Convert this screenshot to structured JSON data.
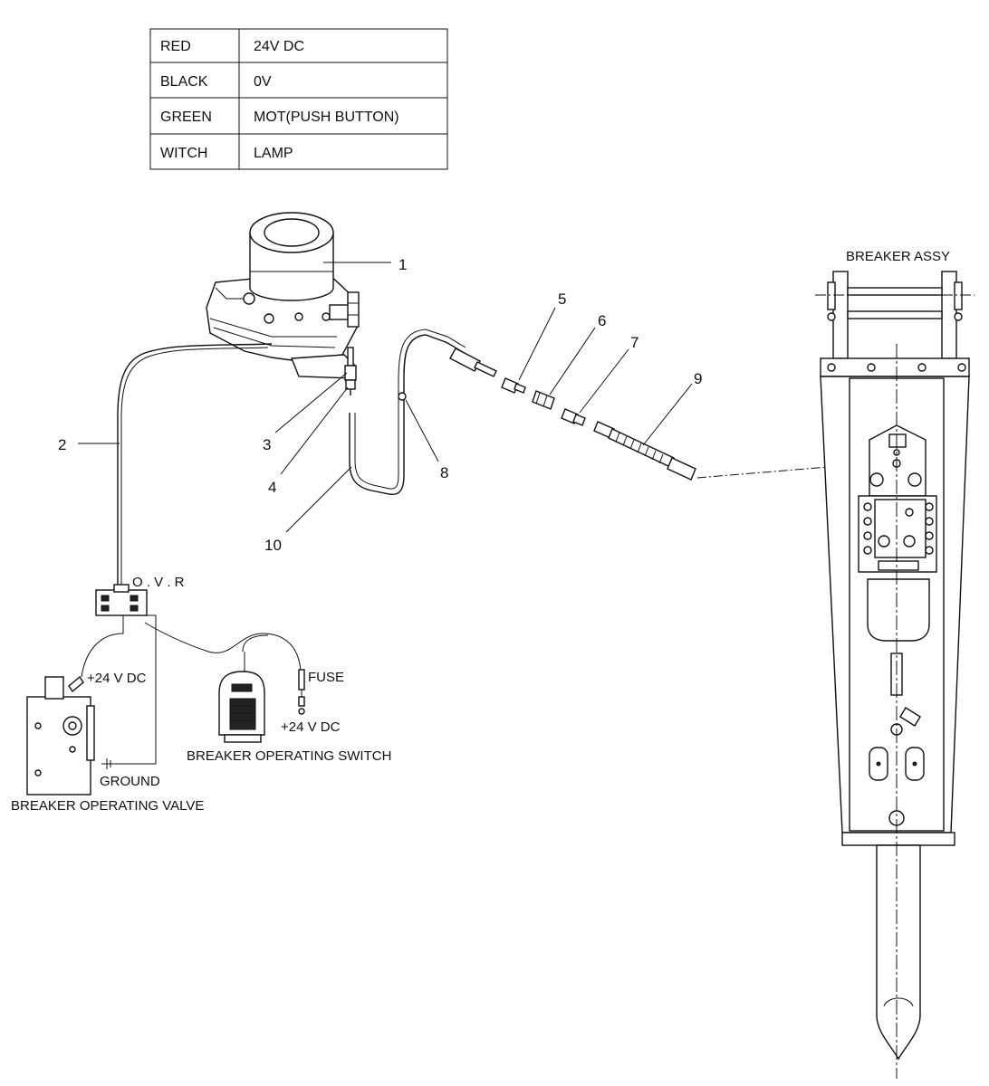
{
  "wire_table": {
    "rows": [
      {
        "color": "RED",
        "signal": "24V DC"
      },
      {
        "color": "BLACK",
        "signal": "0V"
      },
      {
        "color": "GREEN",
        "signal": "MOT(PUSH BUTTON)"
      },
      {
        "color": "WITCH",
        "signal": "LAMP"
      }
    ]
  },
  "labels": {
    "breaker_assy": "BREAKER ASSY",
    "ovr": "O . V . R",
    "plus24_valve": "+24 V DC",
    "fuse": "FUSE",
    "plus24_switch": "+24 V DC",
    "ground": "GROUND",
    "operating_switch": "BREAKER OPERATING SWITCH",
    "operating_valve": "BREAKER OPERATING VALVE"
  },
  "callouts": [
    "1",
    "2",
    "3",
    "4",
    "5",
    "6",
    "7",
    "8",
    "9",
    "10"
  ]
}
